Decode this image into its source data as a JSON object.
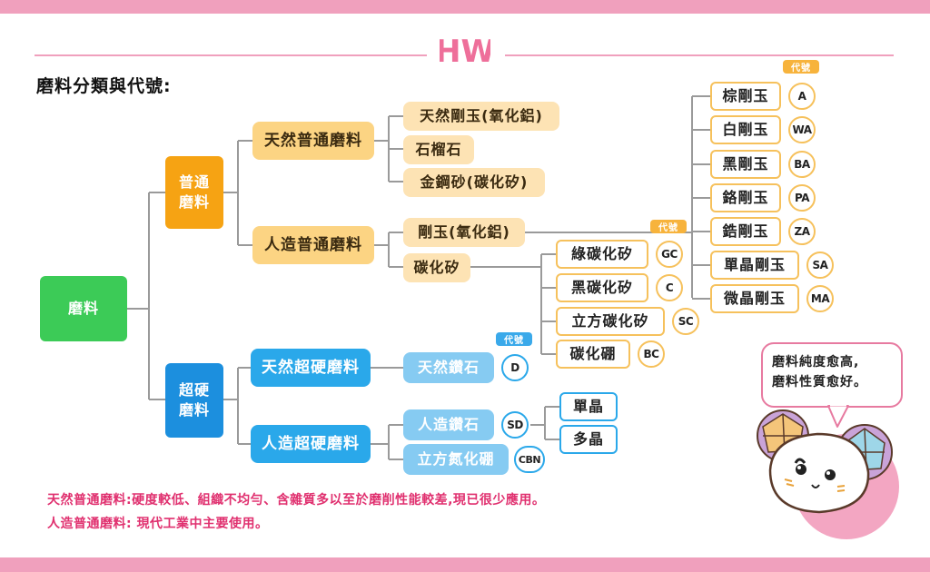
{
  "title": "磨料分類與代號:",
  "root": "磨料",
  "cat_common": [
    "普通",
    "磨料"
  ],
  "cat_super": [
    "超硬",
    "磨料"
  ],
  "natural_common": "天然普通磨料",
  "artificial_common": "人造普通磨料",
  "natural_super": "天然超硬磨料",
  "artificial_super": "人造超硬磨料",
  "natural_common_items": [
    "天然剛玉(氧化鋁)",
    "石榴石",
    "金鋼砂(碳化矽)"
  ],
  "artificial_common_items": [
    "剛玉(氧化鋁)",
    "碳化矽"
  ],
  "code_tag": "代號",
  "corundum_types": [
    {
      "name": "棕剛玉",
      "code": "A"
    },
    {
      "name": "白剛玉",
      "code": "WA"
    },
    {
      "name": "黑剛玉",
      "code": "BA"
    },
    {
      "name": "鉻剛玉",
      "code": "PA"
    },
    {
      "name": "鋯剛玉",
      "code": "ZA"
    },
    {
      "name": "單晶剛玉",
      "code": "SA"
    },
    {
      "name": "微晶剛玉",
      "code": "MA"
    }
  ],
  "sic_types": [
    {
      "name": "綠碳化矽",
      "code": "GC"
    },
    {
      "name": "黑碳化矽",
      "code": "C"
    },
    {
      "name": "立方碳化矽",
      "code": "SC"
    },
    {
      "name": "碳化硼",
      "code": "BC"
    }
  ],
  "natural_diamond": {
    "name": "天然鑽石",
    "code": "D"
  },
  "artificial_diamond": {
    "name": "人造鑽石",
    "code": "SD"
  },
  "cbn": {
    "name": "立方氮化硼",
    "code": "CBN"
  },
  "diamond_forms": [
    "單晶",
    "多晶"
  ],
  "notes": [
    "天然普通磨料:硬度較低、組織不均勻、含雜質多以至於磨削性能較差,現已很少應用。",
    "人造普通磨料: 現代工業中主要使用。"
  ],
  "bubble": [
    "磨料純度愈高,",
    "磨料性質愈好。"
  ],
  "logo_text": "HW",
  "colors": {
    "pink": "#f0a0bd",
    "green": "#3ccb57",
    "orange": "#f6a313",
    "blue": "#1c8fde"
  }
}
